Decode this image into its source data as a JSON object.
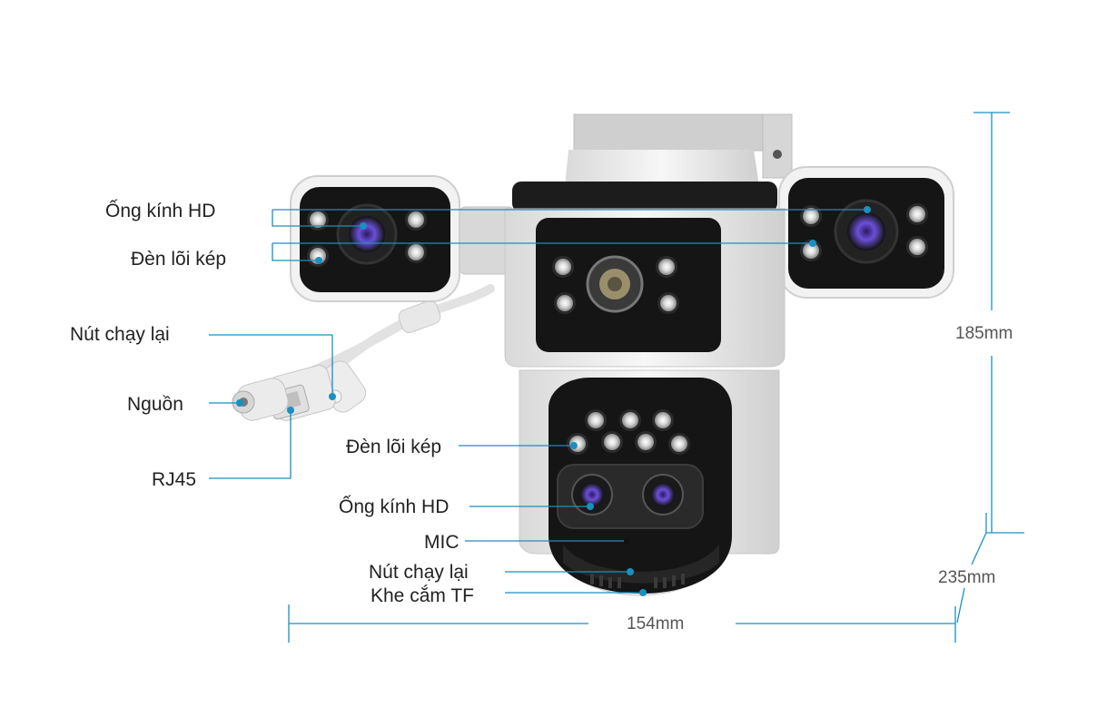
{
  "callouts_left": {
    "ong_kinh_hd": "Ống kính HD",
    "den_loi_kep": "Đèn lõi kép",
    "nut_chay_lai": "Nút chạy lại",
    "nguon": "Nguồn",
    "rj45": "RJ45"
  },
  "callouts_center": {
    "den_loi_kep": "Đèn lõi kép",
    "ong_kinh_hd": "Ống kính HD",
    "mic": "MIC",
    "nut_chay_lai": "Nút chạy lại",
    "khe_cam_tf": "Khe cắm TF"
  },
  "dimensions": {
    "height": "185mm",
    "depth": "235mm",
    "width": "154mm"
  },
  "colors": {
    "callout_line": "#1a8fc0",
    "dot": "#1a8fc0",
    "body_white": "#eeeeee",
    "body_black": "#151515",
    "lens_purple": "#6b4fd8"
  }
}
